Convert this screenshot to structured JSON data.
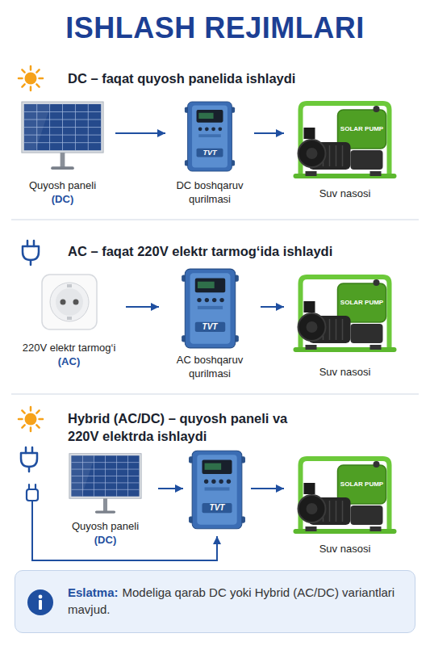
{
  "diagram": {
    "title": "ISHLASH REJIMLARI",
    "nodes": [
      {
        "text": [
          "Quyosh paneli",
          "(DC)"
        ]
      },
      {
        "text": [
          "TVT",
          "DC boshqaruv qurilmasi"
        ]
      },
      {
        "text": [
          "SOLAR PUMP",
          "Suv nasosi"
        ]
      },
      {
        "text": [
          "220V elektr tarmog‘i",
          "(AC)"
        ]
      },
      {
        "text": [
          "TVT",
          "AC boshqaruv qurilmasi"
        ]
      },
      {
        "text": [
          "SOLAR PUMP",
          "Suv nasosi"
        ]
      },
      {
        "text": [
          "Quyosh paneli",
          "(DC)"
        ]
      },
      {
        "text": [
          "TVT"
        ]
      },
      {
        "text": [
          "SOLAR PUMP",
          "Suv nasosi"
        ]
      },
      {
        "text": [
          "Eslatma:",
          "Modeliga qarab DC yoki Hybrid (AC/DC) variantlari mavjud."
        ]
      }
    ],
    "edges": [
      {
        "from": 0,
        "to": 1,
        "arrow": "to"
      },
      {
        "from": 1,
        "to": 2,
        "arrow": "to"
      },
      {
        "from": 3,
        "to": 4,
        "arrow": "to"
      },
      {
        "from": 4,
        "to": 5,
        "arrow": "to"
      },
      {
        "from": 6,
        "to": 7,
        "arrow": "to"
      },
      {
        "from": 7,
        "to": 8,
        "arrow": "to"
      }
    ],
    "labels": [
      "DC – faqat quyosh panelida ishlaydi",
      "AC – faqat 220V elektr tarmog‘ida ishlaydi",
      "Hybrid (AC/DC) – quyosh paneli va 220V elektrda ishlaydi"
    ]
  }
}
